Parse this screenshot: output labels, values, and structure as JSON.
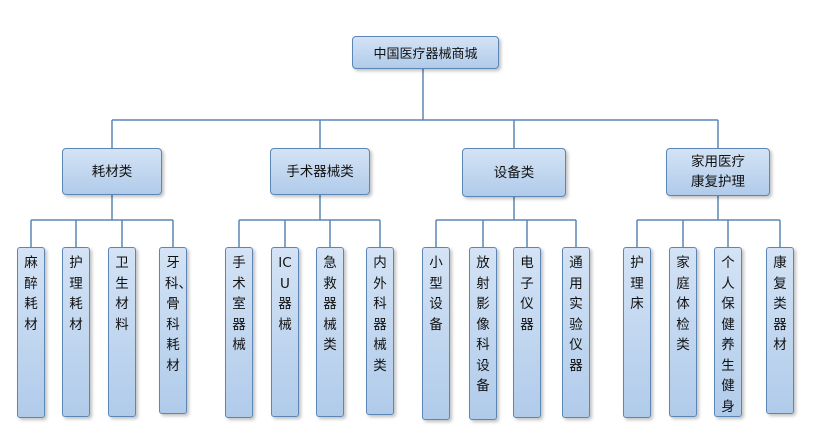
{
  "root": "中国医疗器械商城",
  "categories": [
    {
      "label": "耗材类",
      "children": [
        "麻醉耗材",
        "护理耗材",
        "卫生材料",
        "牙科、骨科耗材"
      ]
    },
    {
      "label": "手术器械类",
      "children": [
        "手术室器械",
        "ICU器械",
        "急救器械类",
        "内外科器械类"
      ]
    },
    {
      "label": "设备类",
      "children": [
        "小型设备",
        "放射影像科设备",
        "电子仪器",
        "通用实验仪器"
      ]
    },
    {
      "label": "家用医疗\n康复护理",
      "children": [
        "护理床",
        "家庭体检类",
        "个人保健养生健身",
        "康复类器材"
      ]
    }
  ]
}
